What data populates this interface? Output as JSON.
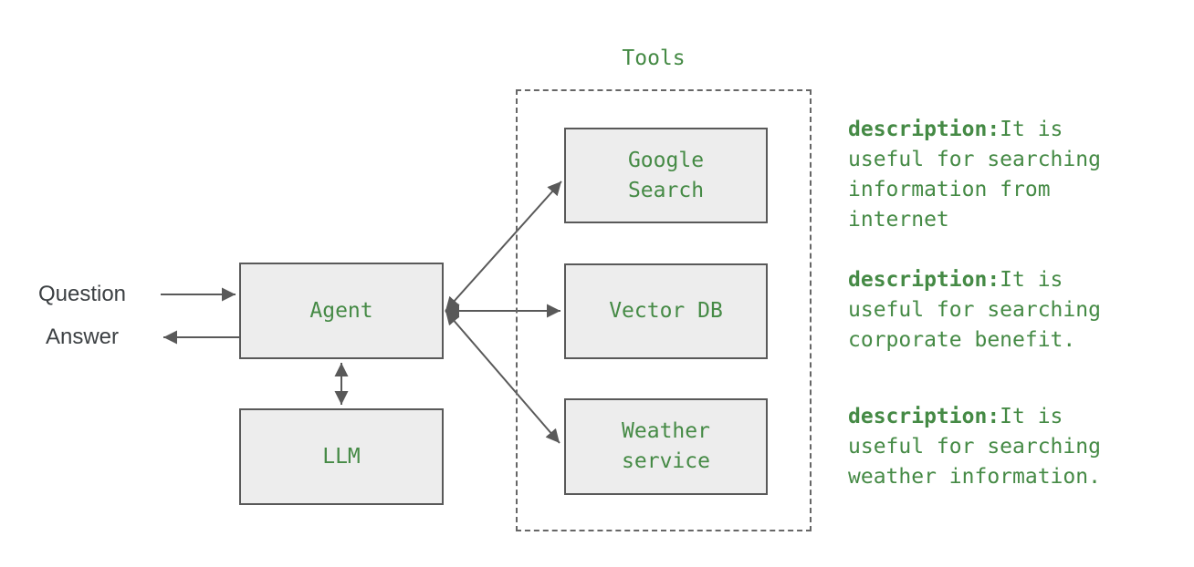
{
  "diagram": {
    "title": "Tools",
    "io": {
      "question": "Question",
      "answer": "Answer"
    },
    "nodes": {
      "agent": {
        "label": "Agent"
      },
      "llm": {
        "label": "LLM"
      },
      "tools": [
        {
          "label": "Google Search"
        },
        {
          "label": "Vector DB"
        },
        {
          "label": "Weather service"
        }
      ]
    },
    "descriptions": [
      {
        "key": "description:",
        "text": "It is useful for searching information from internet"
      },
      {
        "key": "description:",
        "text": "It is useful for searching corporate benefit."
      },
      {
        "key": "description:",
        "text": "It is useful for searching weather information."
      }
    ],
    "connections": [
      "question-to-agent",
      "agent-to-answer",
      "agent-llm-bidirectional",
      "agent-google-search-bidirectional",
      "agent-vector-db-bidirectional",
      "agent-weather-service-bidirectional"
    ],
    "colors": {
      "accent_green": "#458a45",
      "node_fill": "#ededed",
      "node_border": "#595959",
      "arrow": "#595959",
      "label_text": "#3c4043"
    }
  }
}
